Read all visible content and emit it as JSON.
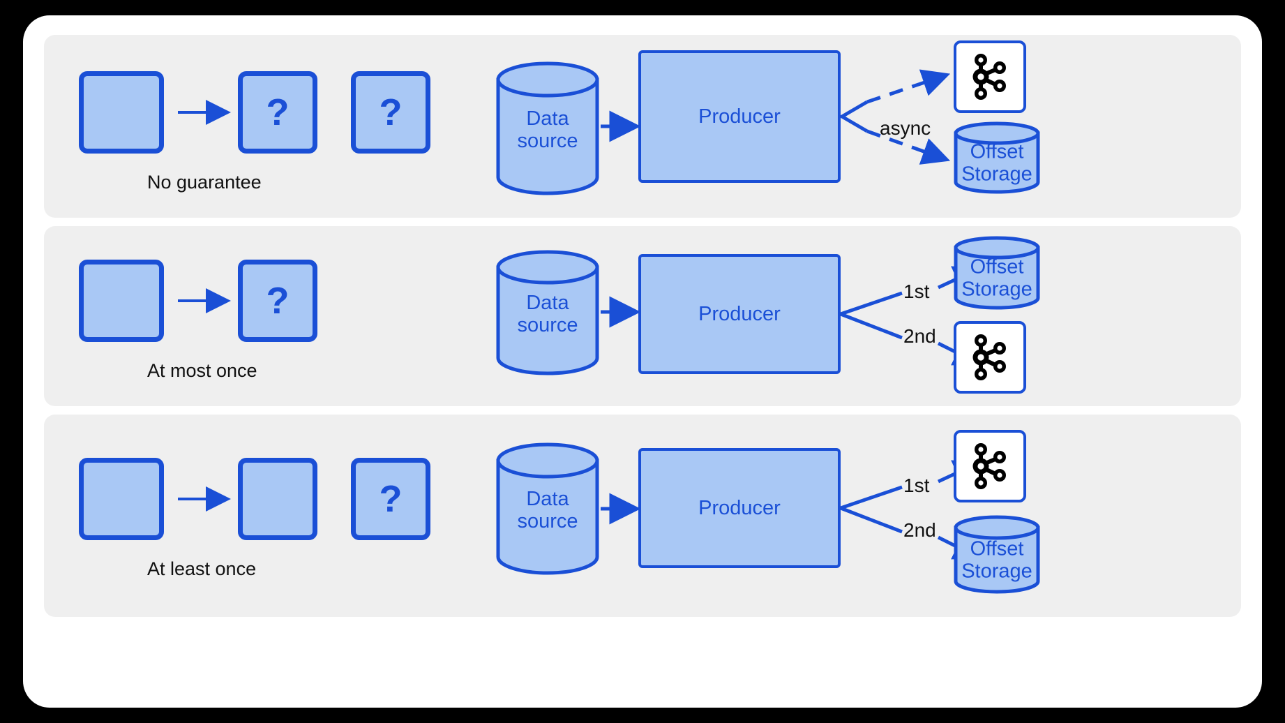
{
  "diagram": {
    "title": "Kafka producer delivery semantics",
    "colors": {
      "page_background": "#000000",
      "card_background": "#ffffff",
      "row_background": "#efefef",
      "node_fill": "#a9c8f5",
      "node_stroke": "#1a4fd6",
      "label_text": "#111111",
      "kafka_logo": "#000000"
    },
    "rows": [
      {
        "id": "no-guarantee",
        "caption": "No guarantee",
        "message_boxes": [
          {
            "label": ""
          },
          {
            "label": "?"
          },
          {
            "label": "?"
          }
        ],
        "source_label": "Data\nsource",
        "source_line1": "Data",
        "source_line2": "source",
        "producer_label": "Producer",
        "branch_style": "dashed",
        "branch_middle_label": "async",
        "targets": [
          {
            "type": "kafka",
            "label": "",
            "edge_label": ""
          },
          {
            "type": "cylinder",
            "line1": "Offset",
            "line2": "Storage",
            "edge_label": ""
          }
        ]
      },
      {
        "id": "at-most-once",
        "caption": "At most once",
        "message_boxes": [
          {
            "label": ""
          },
          {
            "label": "?"
          }
        ],
        "source_line1": "Data",
        "source_line2": "source",
        "producer_label": "Producer",
        "branch_style": "solid",
        "branch_middle_label": "",
        "targets": [
          {
            "type": "cylinder",
            "line1": "Offset",
            "line2": "Storage",
            "edge_label": "1st"
          },
          {
            "type": "kafka",
            "label": "",
            "edge_label": "2nd"
          }
        ]
      },
      {
        "id": "at-least-once",
        "caption": "At least once",
        "message_boxes": [
          {
            "label": ""
          },
          {
            "label": ""
          },
          {
            "label": "?"
          }
        ],
        "source_line1": "Data",
        "source_line2": "source",
        "producer_label": "Producer",
        "branch_style": "solid",
        "branch_middle_label": "",
        "targets": [
          {
            "type": "kafka",
            "label": "",
            "edge_label": "1st"
          },
          {
            "type": "cylinder",
            "line1": "Offset",
            "line2": "Storage",
            "edge_label": "2nd"
          }
        ]
      }
    ]
  }
}
